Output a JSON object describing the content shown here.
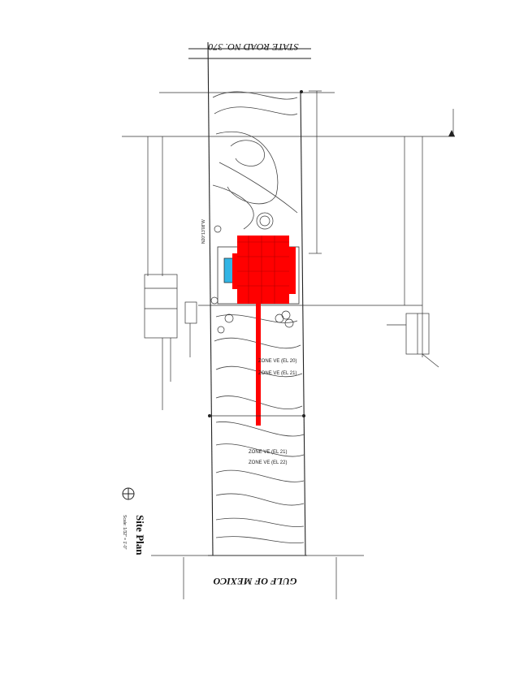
{
  "plan": {
    "road_label": "STATE ROAD NO. 370",
    "gulf_label": "GULF OF MEXICO",
    "title": "Site Plan",
    "scale": "Scale: 1/32\" = 1'-0\"",
    "zones": [
      "ZONE VE (EL 20)",
      "ZONE VE (EL 21)",
      "ZONE VE (EL 21)",
      "ZONE VE (EL 22)"
    ],
    "bearing_north": "N20°13'08\"W",
    "colors": {
      "ink": "#222222",
      "house": "#ff0000",
      "pool": "#33b5e5",
      "paper": "#ffffff"
    }
  }
}
